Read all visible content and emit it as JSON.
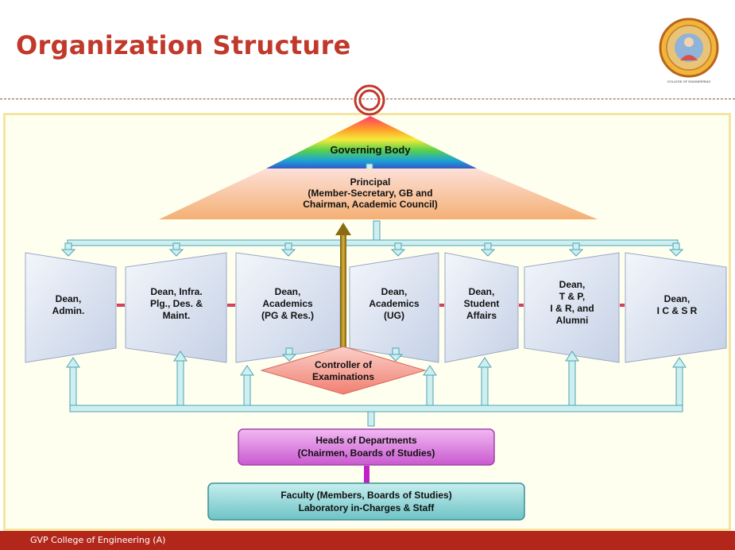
{
  "header": {
    "title": "Organization Structure"
  },
  "logo": {
    "caption": "COLLEGE OF ENGINEERING"
  },
  "diagram": {
    "governing_body": "Governing Body",
    "principal": [
      "Principal",
      "(Member-Secretary, GB and",
      "Chairman, Academic Council)"
    ],
    "deans": [
      [
        "Dean,",
        "Admin."
      ],
      [
        "Dean, Infra.",
        "Plg., Des. &",
        "Maint."
      ],
      [
        "Dean,",
        "Academics",
        "(PG & Res.)"
      ],
      [
        "Dean,",
        "Academics",
        "(UG)"
      ],
      [
        "Dean,",
        "Student",
        "Affairs"
      ],
      [
        "Dean,",
        "T & P,",
        "I & R, and",
        "Alumni"
      ],
      [
        "Dean,",
        "I C & S R"
      ]
    ],
    "controller": [
      "Controller of",
      "Examinations"
    ],
    "hods": [
      "Heads of Departments",
      "(Chairmen, Boards of Studies)"
    ],
    "faculty": [
      "Faculty (Members, Boards of Studies)",
      "Laboratory in-Charges & Staff"
    ]
  },
  "footer": {
    "text": "GVP College of Engineering (A)"
  },
  "colors": {
    "title": "#c0392b",
    "footer": "#b3271b",
    "dean_fill": "#dfe6f2",
    "connector": "#bfe8ea",
    "hods": "#e48ae8",
    "faculty": "#9fd9da",
    "controller": "#f7a79f"
  }
}
